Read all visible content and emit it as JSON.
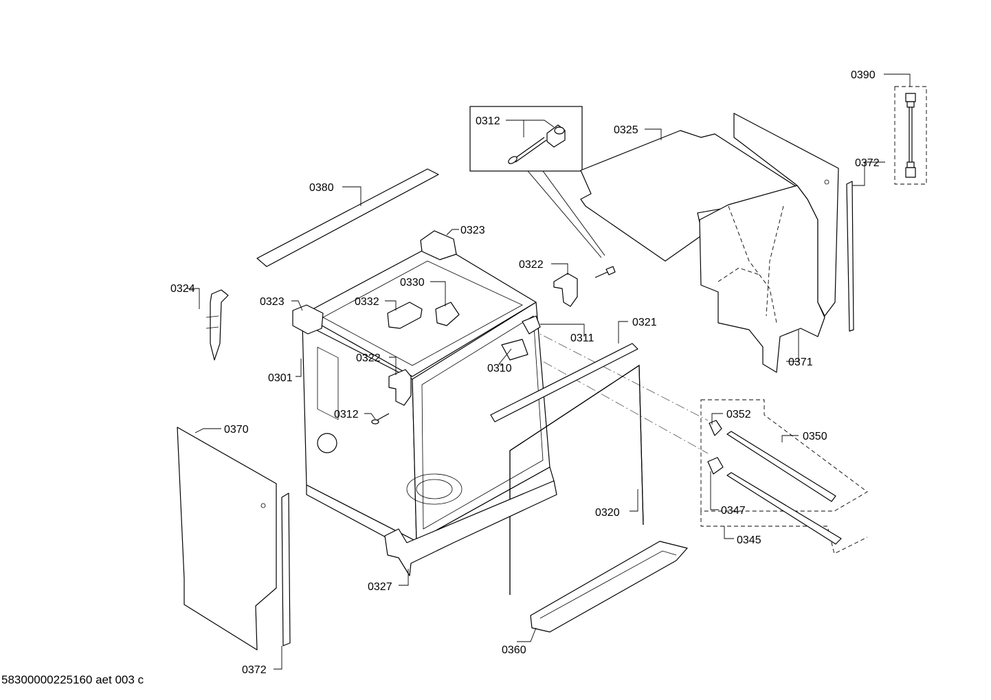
{
  "footer_code": "58300000225160 aet 003 c",
  "labels": {
    "l0390": "0390",
    "l0312_box": "0312",
    "l0325": "0325",
    "l0372_top": "0372",
    "l0380": "0380",
    "l0323_top": "0323",
    "l0322_right": "0322",
    "l0330": "0330",
    "l0324": "0324",
    "l0323_left": "0323",
    "l0332": "0332",
    "l0321": "0321",
    "l0311": "0311",
    "l0371": "0371",
    "l0322_mid": "0322",
    "l0310": "0310",
    "l0301": "0301",
    "l0312_mid": "0312",
    "l0352": "0352",
    "l0350": "0350",
    "l0370": "0370",
    "l0347": "0347",
    "l0320": "0320",
    "l0345": "0345",
    "l0327": "0327",
    "l0360": "0360",
    "l0372_bottom": "0372"
  }
}
